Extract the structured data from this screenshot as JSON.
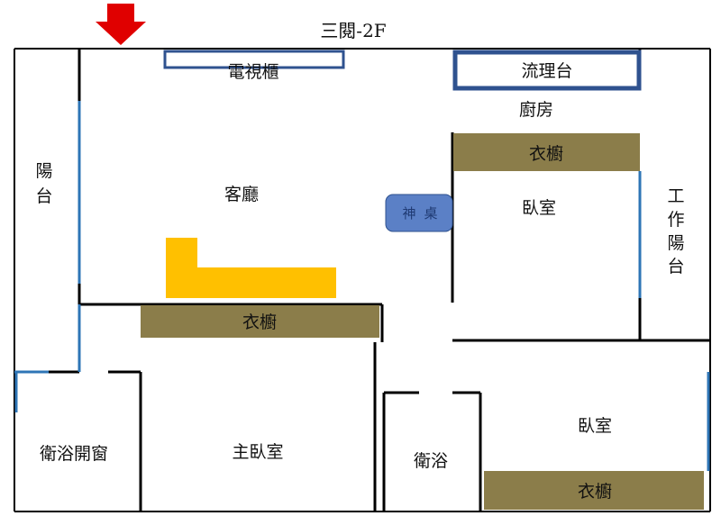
{
  "floor_title": "三閱-2F",
  "colors": {
    "wall": "#000000",
    "window": "#2e75b6",
    "wardrobe": "#8b7d4a",
    "sofa": "#ffc000",
    "cabinet_border": "#2f528f",
    "entrance_arrow": "#e00000",
    "shrine_fill": "#5b80c6"
  },
  "rooms": {
    "balcony": [
      "陽",
      "台"
    ],
    "living_room": "客廳",
    "tv_cabinet": "電視櫃",
    "sink_counter": "流理台",
    "kitchen": "廚房",
    "wardrobe_bedroom1": "衣櫥",
    "bedroom1": "臥室",
    "work_balcony": [
      "工",
      "作",
      "陽",
      "台"
    ],
    "shrine": [
      "神",
      "桌"
    ],
    "wardrobe_living": "衣櫥",
    "bath_window": "衛浴開窗",
    "master_bedroom": "主臥室",
    "bathroom": "衛浴",
    "bedroom2": "臥室",
    "wardrobe_bedroom2": "衣櫥"
  }
}
